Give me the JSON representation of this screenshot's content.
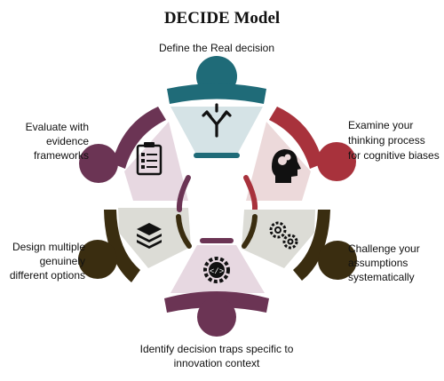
{
  "title": "DECIDE Model",
  "steps": [
    {
      "label": "Define the Real decision",
      "icon": "fork-arrows-icon",
      "color": "#1f6b78",
      "fill": "#d5e3e6"
    },
    {
      "label_lines": [
        "Examine your",
        "thinking process",
        "for cognitive biases"
      ],
      "icon": "brain-head-icon",
      "color": "#a8323c",
      "fill": "#ecd9da"
    },
    {
      "label_lines": [
        "Challenge your",
        "assumptions",
        "systematically"
      ],
      "icon": "gears-icon",
      "color": "#3a2d10",
      "fill": "#dcdcd6"
    },
    {
      "label_lines": [
        "Identify decision traps specific to",
        "innovation context"
      ],
      "icon": "code-gear-icon",
      "color": "#6b3454",
      "fill": "#e7d8e1"
    },
    {
      "label_lines": [
        "Design multiple",
        "genuinely",
        "different options"
      ],
      "icon": "layers-icon",
      "color": "#3a2d10",
      "fill": "#dcdcd6"
    },
    {
      "label_lines": [
        "Evaluate with",
        "evidence",
        "frameworks"
      ],
      "icon": "clipboard-checklist-icon",
      "color": "#6b3454",
      "fill": "#e7d8e1"
    }
  ]
}
